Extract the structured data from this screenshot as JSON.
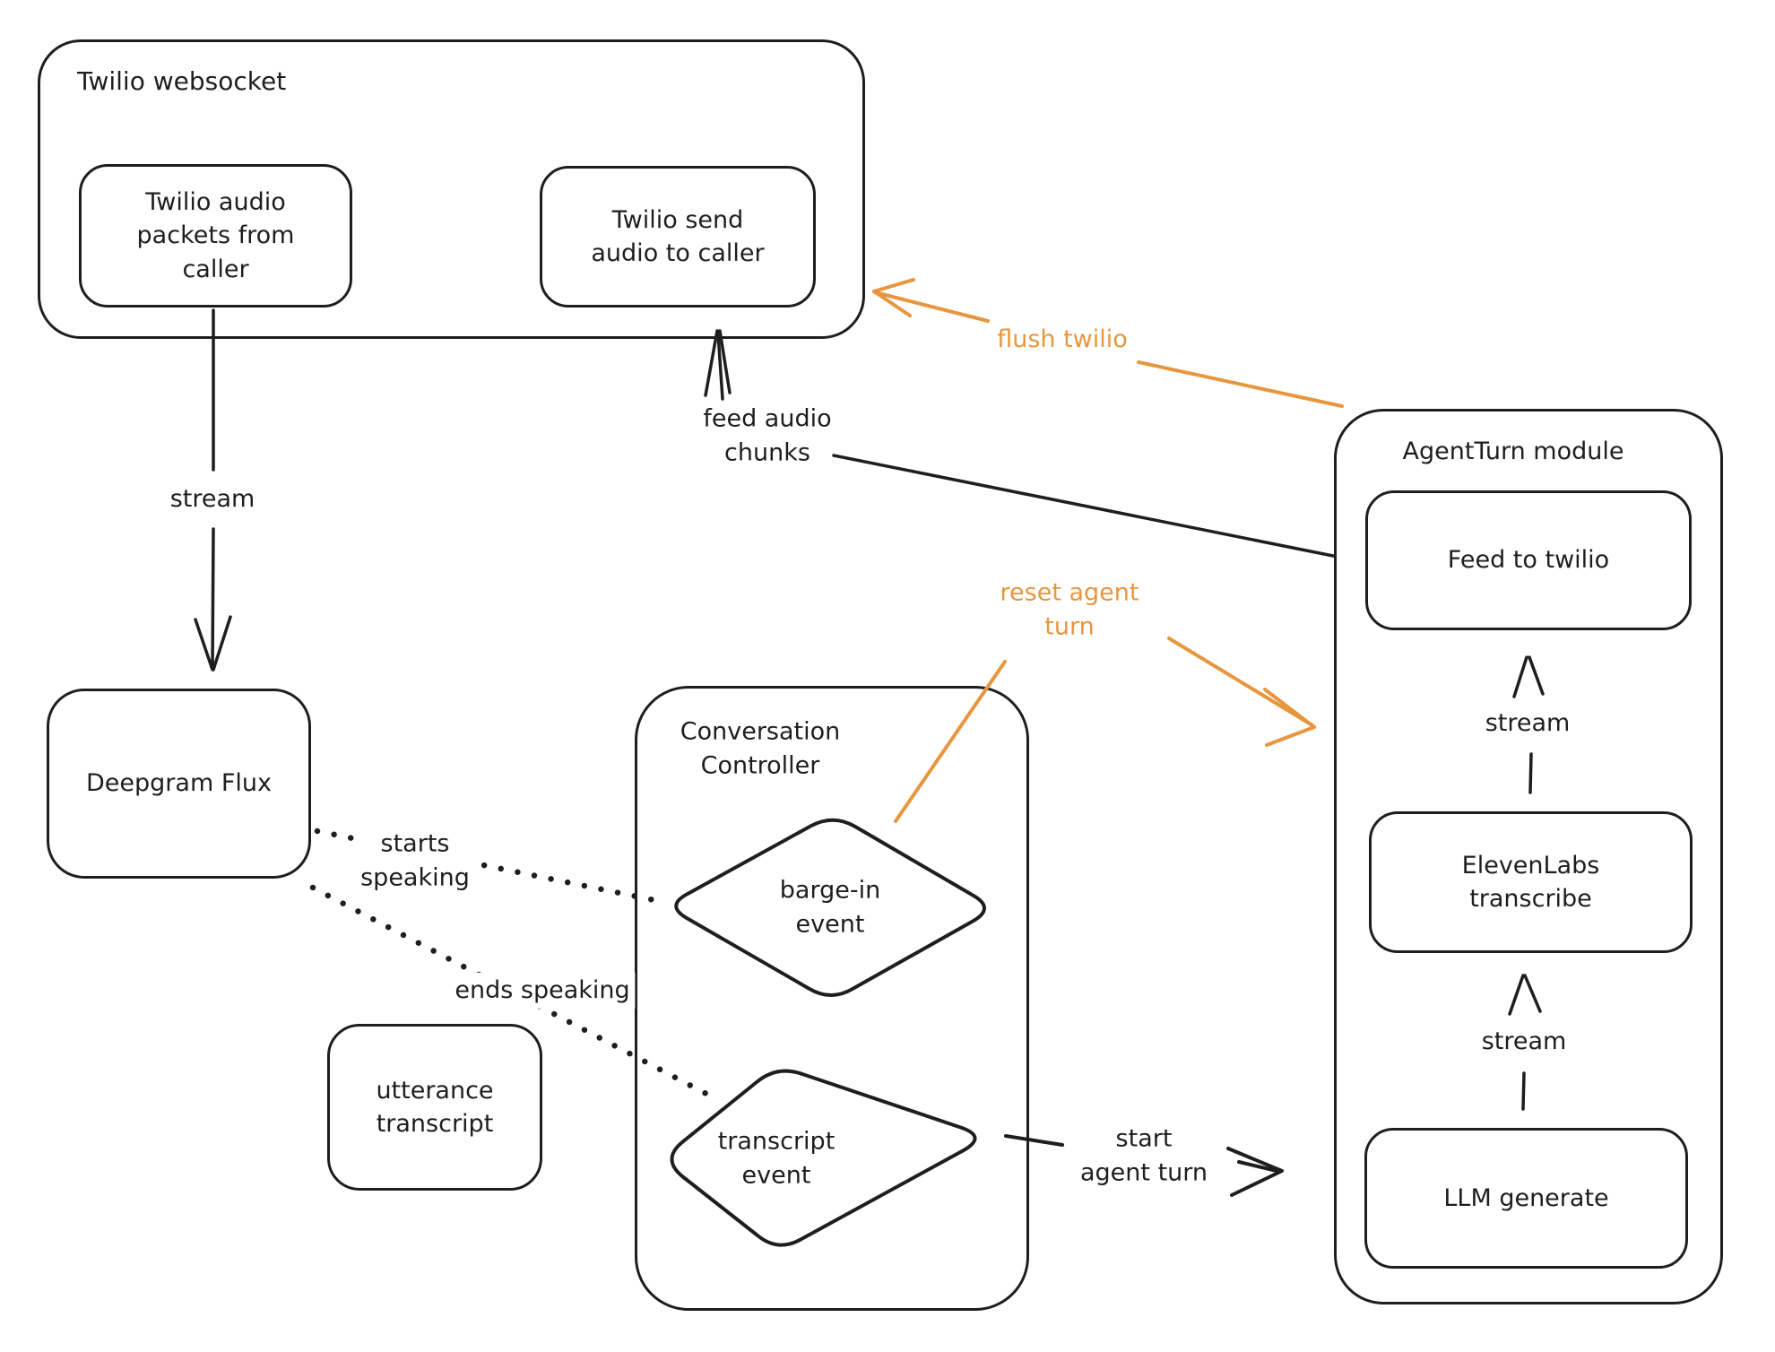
{
  "diagram": {
    "background_color": "#ffffff",
    "stroke_color": "#1e1e1e",
    "accent_color": "#e8963e",
    "twilio_websocket": {
      "title": "Twilio websocket",
      "audio_packets_label": "Twilio audio\npackets from\ncaller",
      "send_audio_label": "Twilio send\naudio to caller"
    },
    "deepgram_label": "Deepgram Flux",
    "utterance_label": "utterance\ntranscript",
    "conversation_controller": {
      "title": "Conversation\nController",
      "barge_in_label": "barge-in\nevent",
      "transcript_label": "transcript\nevent"
    },
    "agent_turn": {
      "title": "AgentTurn module",
      "feed_label": "Feed to twilio",
      "elevenlabs_label": "ElevenLabs\ntranscribe",
      "llm_label": "LLM generate",
      "stream_upper_label": "stream",
      "stream_lower_label": "stream"
    },
    "edge_labels": {
      "stream": "stream",
      "feed_audio_chunks": "feed audio\nchunks",
      "flush_twilio": "flush twilio",
      "reset_agent_turn": "reset agent\nturn",
      "starts_speaking": "starts\nspeaking",
      "ends_speaking": "ends speaking",
      "start_agent_turn": "start\nagent turn"
    }
  }
}
